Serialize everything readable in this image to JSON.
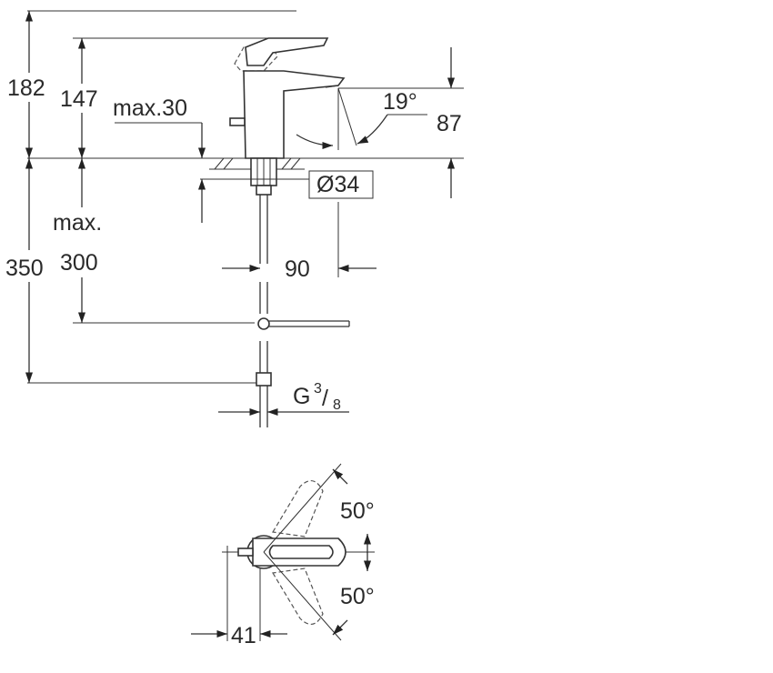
{
  "dimensions": {
    "total_height": "182",
    "spout_height": "147",
    "deck_thickness": "max.30",
    "angle": "19°",
    "projection": "87",
    "hole_diameter": "Ø34",
    "hose_length_max": "max.",
    "hose_length_value": "300",
    "connection_depth": "350",
    "hose_offset": "90",
    "thread_prefix": "G",
    "thread_num": "3",
    "thread_den": "8",
    "lever_angle_up": "50°",
    "lever_angle_down": "50°",
    "lever_offset": "41"
  }
}
